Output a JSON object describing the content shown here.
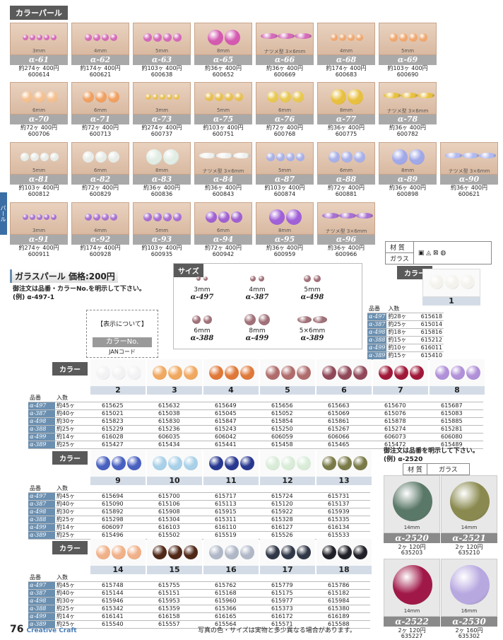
{
  "section_title": "カラーパール",
  "side_tab": "パール",
  "cards": [
    {
      "size": "3mm",
      "code": "α-61",
      "qty": "約274ヶ 400円",
      "jan": "600614",
      "color": "#d46ab8",
      "n": 5,
      "r": 4
    },
    {
      "size": "4mm",
      "code": "α-62",
      "qty": "約174ヶ 400円",
      "jan": "600621",
      "color": "#d46ab8",
      "n": 4,
      "r": 5
    },
    {
      "size": "5mm",
      "code": "α-63",
      "qty": "約103ヶ 400円",
      "jan": "600638",
      "color": "#d46ab8",
      "n": 4,
      "r": 6
    },
    {
      "size": "8mm",
      "code": "α-65",
      "qty": "約36ヶ 400円",
      "jan": "600652",
      "color": "#d45ab0",
      "n": 2,
      "r": 11
    },
    {
      "size": "ナツメ型 3×6mm",
      "code": "α-66",
      "qty": "約36ヶ 400円",
      "jan": "600669",
      "color": "#d46ab8",
      "n": 3,
      "r": 0
    },
    {
      "size": "4mm",
      "code": "α-68",
      "qty": "約174ヶ 400円",
      "jan": "600683",
      "color": "#f0a870",
      "n": 4,
      "r": 5
    },
    {
      "size": "5mm",
      "code": "α-69",
      "qty": "約103ヶ 400円",
      "jan": "600690",
      "color": "#f0a870",
      "n": 4,
      "r": 6
    },
    {
      "size": "6mm",
      "code": "α-70",
      "qty": "約72ヶ 400円",
      "jan": "600706",
      "color": "#f5c090",
      "n": 3,
      "r": 8
    },
    {
      "size": "6mm",
      "code": "α-71",
      "qty": "約72ヶ 400円",
      "jan": "600713",
      "color": "#f0a060",
      "n": 3,
      "r": 8
    },
    {
      "size": "3mm",
      "code": "α-73",
      "qty": "約274ヶ 400円",
      "jan": "600737",
      "color": "#e8c050",
      "n": 5,
      "r": 4
    },
    {
      "size": "5mm",
      "code": "α-75",
      "qty": "約103ヶ 400円",
      "jan": "600751",
      "color": "#e8c050",
      "n": 4,
      "r": 6
    },
    {
      "size": "6mm",
      "code": "α-76",
      "qty": "約72ヶ 400円",
      "jan": "600768",
      "color": "#e8c850",
      "n": 3,
      "r": 8
    },
    {
      "size": "8mm",
      "code": "α-77",
      "qty": "約36ヶ 400円",
      "jan": "600775",
      "color": "#e8c040",
      "n": 2,
      "r": 11
    },
    {
      "size": "ナツメ型 3×6mm",
      "code": "α-78",
      "qty": "約36ヶ 400円",
      "jan": "600782",
      "color": "#e8c040",
      "n": 3,
      "r": 0
    },
    {
      "size": "5mm",
      "code": "α-81",
      "qty": "約103ヶ 400円",
      "jan": "600812",
      "color": "#e8ece8",
      "n": 4,
      "r": 6
    },
    {
      "size": "6mm",
      "code": "α-82",
      "qty": "約72ヶ 400円",
      "jan": "600829",
      "color": "#e8ece8",
      "n": 3,
      "r": 8
    },
    {
      "size": "8mm",
      "code": "α-83",
      "qty": "約36ヶ 400円",
      "jan": "600836",
      "color": "#e0ece4",
      "n": 2,
      "r": 11
    },
    {
      "size": "ナツメ型 3×6mm",
      "code": "α-84",
      "qty": "約36ヶ 400円",
      "jan": "600843",
      "color": "#eef0ee",
      "n": 3,
      "r": 0
    },
    {
      "size": "5mm",
      "code": "α-87",
      "qty": "約103ヶ 400円",
      "jan": "600874",
      "color": "#a8b0e8",
      "n": 4,
      "r": 6
    },
    {
      "size": "6mm",
      "code": "α-88",
      "qty": "約72ヶ 400円",
      "jan": "600881",
      "color": "#a8b0e8",
      "n": 3,
      "r": 8
    },
    {
      "size": "8mm",
      "code": "α-89",
      "qty": "約36ヶ 400円",
      "jan": "600898",
      "color": "#a0a8e8",
      "n": 2,
      "r": 11
    },
    {
      "size": "ナツメ型 3×6mm",
      "code": "α-90",
      "qty": "約36ヶ 400円",
      "jan": "600621",
      "color": "#b0b8f0",
      "n": 3,
      "r": 0
    },
    {
      "size": "3mm",
      "code": "α-91",
      "qty": "約274ヶ 400円",
      "jan": "600911",
      "color": "#a870d0",
      "n": 5,
      "r": 4
    },
    {
      "size": "4mm",
      "code": "α-92",
      "qty": "約174ヶ 400円",
      "jan": "600928",
      "color": "#a870d0",
      "n": 4,
      "r": 5
    },
    {
      "size": "5mm",
      "code": "α-93",
      "qty": "約103ヶ 400円",
      "jan": "600935",
      "color": "#a870d0",
      "n": 4,
      "r": 6
    },
    {
      "size": "6mm",
      "code": "α-94",
      "qty": "約72ヶ 400円",
      "jan": "600942",
      "color": "#a060d0",
      "n": 3,
      "r": 8
    },
    {
      "size": "8mm",
      "code": "α-95",
      "qty": "約36ヶ 400円",
      "jan": "600959",
      "color": "#a060d8",
      "n": 2,
      "r": 11
    },
    {
      "size": "ナツメ型 3×6mm",
      "code": "α-96",
      "qty": "約36ヶ 400円",
      "jan": "600966",
      "color": "#a870d0",
      "n": 3,
      "r": 0
    }
  ],
  "material": {
    "label": "材 質",
    "value": "ガラス"
  },
  "glass": {
    "title": "ガラスパール 価格:200円",
    "note1": "御注文は品番・カラーNo.を明示して下さい。",
    "note2": "(例) α-497-1"
  },
  "size_box": {
    "label": "サイズ",
    "items": [
      {
        "mm": "3mm",
        "code": "α-497"
      },
      {
        "mm": "4mm",
        "code": "α-387"
      },
      {
        "mm": "5mm",
        "code": "α-498"
      },
      {
        "mm": "6mm",
        "code": "α-388"
      },
      {
        "mm": "8mm",
        "code": "α-499"
      },
      {
        "mm": "5×6mm",
        "code": "α-389"
      }
    ]
  },
  "display_box": {
    "title": "【表示について】",
    "colorno": "カラーNo.",
    "jan": "JANコード"
  },
  "color_label": "カラー",
  "hdr": {
    "hinban": "品番",
    "iri": "入数"
  },
  "rows_codes": [
    "α-497",
    "α-387",
    "α-498",
    "α-388",
    "α-499",
    "α-389"
  ],
  "tbl1": {
    "num": "1",
    "color": "#f4f2ec",
    "qty": [
      "約28ヶ",
      "約25ヶ",
      "約18ヶ",
      "約15ヶ",
      "約10ヶ",
      "約15ヶ"
    ],
    "jan": [
      "615618",
      "615014",
      "615816",
      "615212",
      "616011",
      "615410"
    ]
  },
  "group_a": {
    "qty": [
      "約45ヶ",
      "約40ヶ",
      "約30ヶ",
      "約25ヶ",
      "約14ヶ",
      "約25ヶ"
    ],
    "cols": [
      {
        "num": "2",
        "color": "#f2f2f4",
        "jan": [
          "615625",
          "615021",
          "615823",
          "615229",
          "616028",
          "615427"
        ]
      },
      {
        "num": "3",
        "color": "#f0a860",
        "jan": [
          "615632",
          "615038",
          "615830",
          "615236",
          "606035",
          "615434"
        ]
      },
      {
        "num": "4",
        "color": "#e07838",
        "jan": [
          "615649",
          "615045",
          "615847",
          "615243",
          "606042",
          "615441"
        ]
      },
      {
        "num": "5",
        "color": "#b06c6c",
        "jan": [
          "615656",
          "615052",
          "615854",
          "615250",
          "606059",
          "615458"
        ]
      },
      {
        "num": "6",
        "color": "#904858",
        "jan": [
          "615663",
          "615069",
          "615861",
          "615267",
          "606066",
          "615465"
        ]
      },
      {
        "num": "7",
        "color": "#a01838",
        "jan": [
          "615670",
          "615076",
          "615878",
          "615274",
          "606073",
          "615472"
        ]
      },
      {
        "num": "8",
        "color": "#b090d8",
        "jan": [
          "615687",
          "615083",
          "615885",
          "615281",
          "606080",
          "615489"
        ]
      }
    ]
  },
  "group_b": {
    "qty": [
      "約45ヶ",
      "約40ヶ",
      "約30ヶ",
      "約25ヶ",
      "約14ヶ",
      "約25ヶ"
    ],
    "cols": [
      {
        "num": "9",
        "color": "#4860c0",
        "jan": [
          "615694",
          "615090",
          "615892",
          "615298",
          "606097",
          "615496"
        ]
      },
      {
        "num": "10",
        "color": "#a8d0e8",
        "jan": [
          "615700",
          "615106",
          "615908",
          "615304",
          "616103",
          "615502"
        ]
      },
      {
        "num": "11",
        "color": "#283890",
        "jan": [
          "615717",
          "615113",
          "615915",
          "615311",
          "616110",
          "615519"
        ]
      },
      {
        "num": "12",
        "color": "#d8ecd8",
        "jan": [
          "615724",
          "615120",
          "615922",
          "615328",
          "616127",
          "615526"
        ]
      },
      {
        "num": "13",
        "color": "#7a7a48",
        "jan": [
          "615731",
          "615137",
          "615939",
          "615335",
          "616134",
          "615533"
        ]
      }
    ]
  },
  "group_c": {
    "qty": [
      "約45ヶ",
      "約40ヶ",
      "約30ヶ",
      "約25ヶ",
      "約14ヶ",
      "約25ヶ"
    ],
    "cols": [
      {
        "num": "14",
        "color": "#f0b088",
        "jan": [
          "615748",
          "615144",
          "615946",
          "615342",
          "616141",
          "615540"
        ]
      },
      {
        "num": "15",
        "color": "#502818",
        "jan": [
          "615755",
          "615151",
          "615953",
          "615359",
          "616158",
          "615557"
        ]
      },
      {
        "num": "16",
        "color": "#b0b8c8",
        "jan": [
          "615762",
          "615168",
          "615960",
          "615366",
          "616165",
          "615564"
        ]
      },
      {
        "num": "17",
        "color": "#303848",
        "jan": [
          "615779",
          "615175",
          "615977",
          "615373",
          "616172",
          "615571"
        ]
      },
      {
        "num": "18",
        "color": "#202028",
        "jan": [
          "615786",
          "615182",
          "615984",
          "615380",
          "616189",
          "615588"
        ]
      }
    ]
  },
  "big_note1": "御注文は品番を明示して下さい。",
  "big_note2": "(例) α-2520",
  "big_material": {
    "label": "材 質",
    "value": "ガラス"
  },
  "big": [
    {
      "mm": "14mm",
      "code": "α-2520",
      "qty": "2ヶ 120円",
      "jan": "635203",
      "color": "#5a7868"
    },
    {
      "mm": "14mm",
      "code": "α-2521",
      "qty": "2ヶ 120円",
      "jan": "635210",
      "color": "#8a8a50"
    },
    {
      "mm": "14mm",
      "code": "α-2522",
      "qty": "2ヶ 120円",
      "jan": "635227",
      "color": "#a01848"
    },
    {
      "mm": "16mm",
      "code": "α-2530",
      "qty": "2ヶ 160円",
      "jan": "635302",
      "color": "#b8a8e0"
    }
  ],
  "footer": {
    "page": "76",
    "brand": "Creative Craft",
    "note": "写真の色・サイズは実物と多少異なる場合があります。"
  }
}
